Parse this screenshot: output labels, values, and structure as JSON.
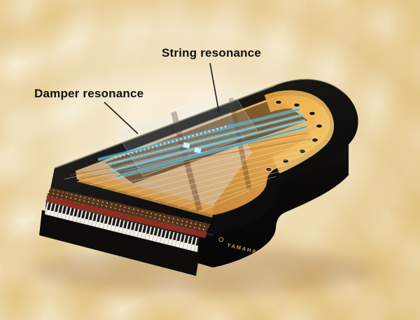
{
  "figure": {
    "type": "piano-resonance-diagram",
    "labels": {
      "string": "String resonance",
      "damper": "Damper resonance"
    },
    "piano": {
      "brand": "YAMAHA"
    },
    "colors": {
      "string_highlight": "#35aede",
      "background_gold": "#e2c07a",
      "piano_black": "#111111",
      "soundboard": "#d89a45",
      "label_text": "#111111"
    }
  }
}
